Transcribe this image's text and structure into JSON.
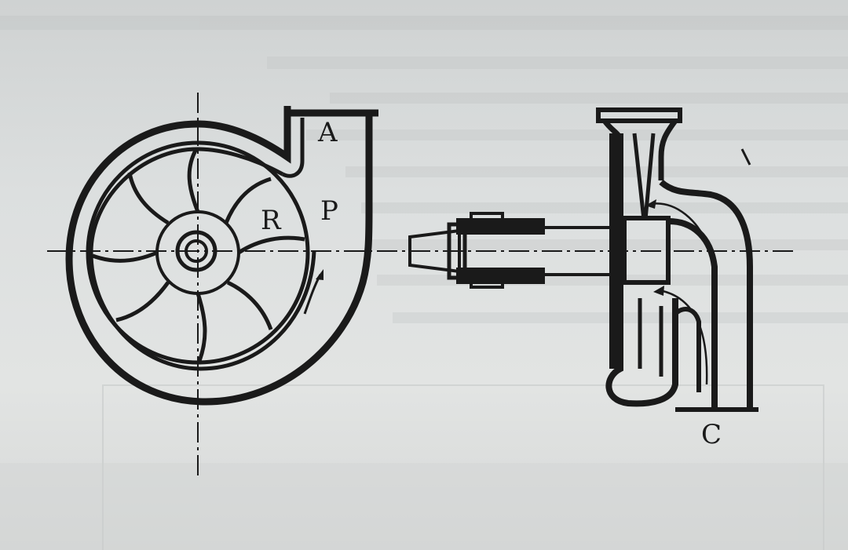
{
  "diagram": {
    "labels": {
      "A": "A",
      "P": "P",
      "R": "R",
      "C": "C"
    },
    "colors": {
      "ink": "#1a1a1a",
      "paper": "#dcdfdf"
    }
  }
}
